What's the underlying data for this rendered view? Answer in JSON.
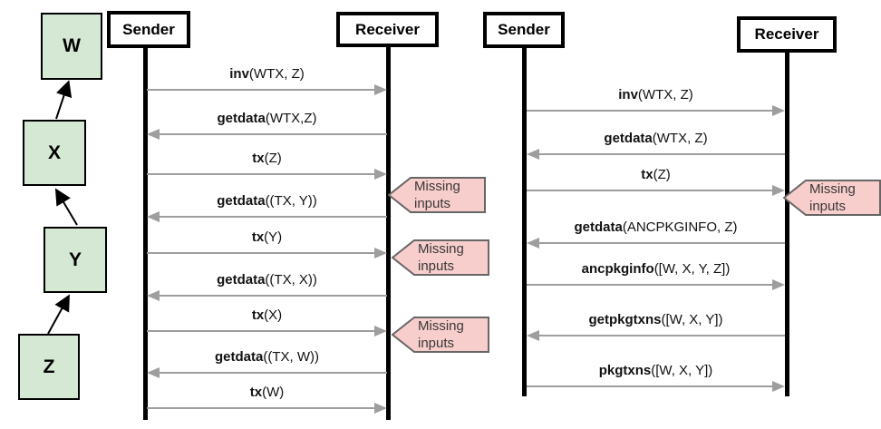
{
  "palette": {
    "node_fill": "#d5e8d4",
    "node_border": "#000000",
    "callout_fill": "#f8cecc",
    "callout_border": "#666666",
    "arrow_gray": "#9e9e9e",
    "lifeline": "#000000"
  },
  "chain": {
    "nodes": [
      {
        "label": "W"
      },
      {
        "label": "X"
      },
      {
        "label": "Y"
      },
      {
        "label": "Z"
      }
    ]
  },
  "diagram_left": {
    "sender_label": "Sender",
    "receiver_label": "Receiver",
    "messages": [
      {
        "name": "inv",
        "args": "(WTX, Z)",
        "direction": "right"
      },
      {
        "name": "getdata",
        "args": "(WTX,Z)",
        "direction": "left"
      },
      {
        "name": "tx",
        "args": "(Z)",
        "direction": "right"
      },
      {
        "name": "getdata",
        "args": "((TX, Y))",
        "direction": "left"
      },
      {
        "name": "tx",
        "args": "(Y)",
        "direction": "right"
      },
      {
        "name": "getdata",
        "args": "((TX, X))",
        "direction": "left"
      },
      {
        "name": "tx",
        "args": "(X)",
        "direction": "right"
      },
      {
        "name": "getdata",
        "args": "((TX, W))",
        "direction": "left"
      },
      {
        "name": "tx",
        "args": "(W)",
        "direction": "right"
      }
    ],
    "callouts": [
      {
        "text": "Missing inputs"
      },
      {
        "text": "Missing inputs"
      },
      {
        "text": "Missing inputs"
      }
    ]
  },
  "diagram_right": {
    "sender_label": "Sender",
    "receiver_label": "Receiver",
    "messages": [
      {
        "name": "inv",
        "args": "(WTX, Z)",
        "direction": "right"
      },
      {
        "name": "getdata",
        "args": "(WTX, Z)",
        "direction": "left"
      },
      {
        "name": "tx",
        "args": "(Z)",
        "direction": "right"
      },
      {
        "name": "getdata",
        "args": "(ANCPKGINFO, Z)",
        "direction": "left"
      },
      {
        "name": "ancpkginfo",
        "args": "([W, X, Y, Z])",
        "direction": "right"
      },
      {
        "name": "getpkgtxns",
        "args": "([W, X, Y])",
        "direction": "left"
      },
      {
        "name": "pkgtxns",
        "args": "([W, X, Y])",
        "direction": "right"
      }
    ],
    "callouts": [
      {
        "text": "Missing inputs"
      }
    ]
  }
}
